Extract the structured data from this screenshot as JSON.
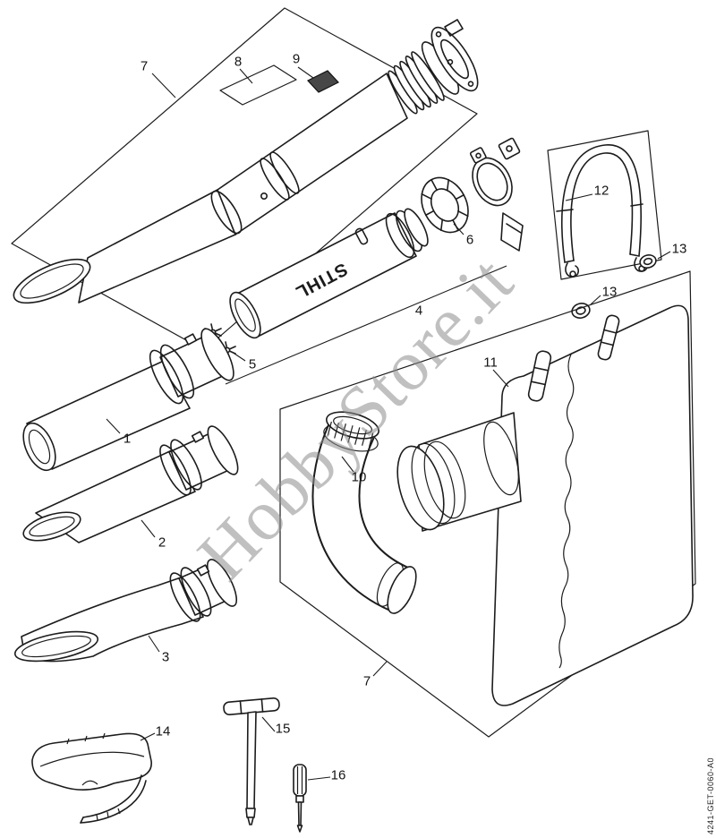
{
  "watermark": "HobbyStore.it",
  "doc_code": "4241-GET-0060-A0",
  "tube_brand": "STIHL",
  "callouts": {
    "c7_top": "7",
    "c8": "8",
    "c9": "9",
    "c12": "12",
    "c13_right": "13",
    "c13_left": "13",
    "c6": "6",
    "c4": "4",
    "c5": "5",
    "c1": "1",
    "c11": "11",
    "c10": "10",
    "c2": "2",
    "c3": "3",
    "c7_bottom": "7",
    "c14": "14",
    "c15": "15",
    "c16": "16"
  }
}
